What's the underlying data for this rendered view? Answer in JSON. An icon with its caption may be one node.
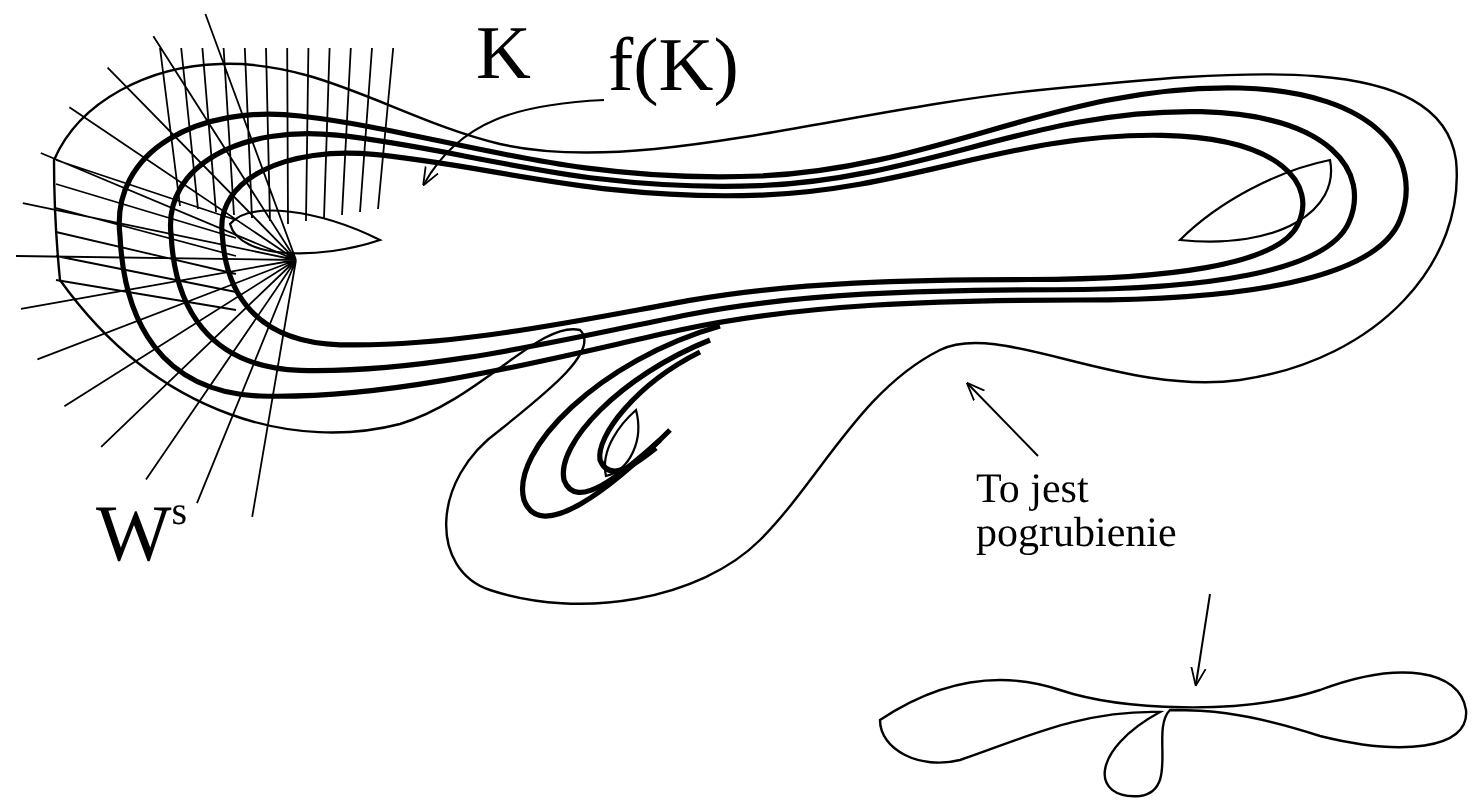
{
  "diagram": {
    "nodes": [
      {
        "text": [
          "f(K)"
        ]
      },
      {
        "text": [
          "To jest pogrubienie"
        ]
      },
      {
        "text": [],
        "shape": "picture"
      },
      {
        "text": [],
        "shape": "picture",
        "in": 2
      },
      {
        "text": [],
        "shape": "picture"
      }
    ],
    "edges": [
      {
        "from": 0,
        "to": 3,
        "arrow": "to"
      },
      {
        "from": 1,
        "to": 2,
        "arrow": "to"
      },
      {
        "from": 1,
        "to": 4,
        "arrow": "to"
      }
    ],
    "labels": [
      "K",
      "W$^{s}$"
    ]
  }
}
